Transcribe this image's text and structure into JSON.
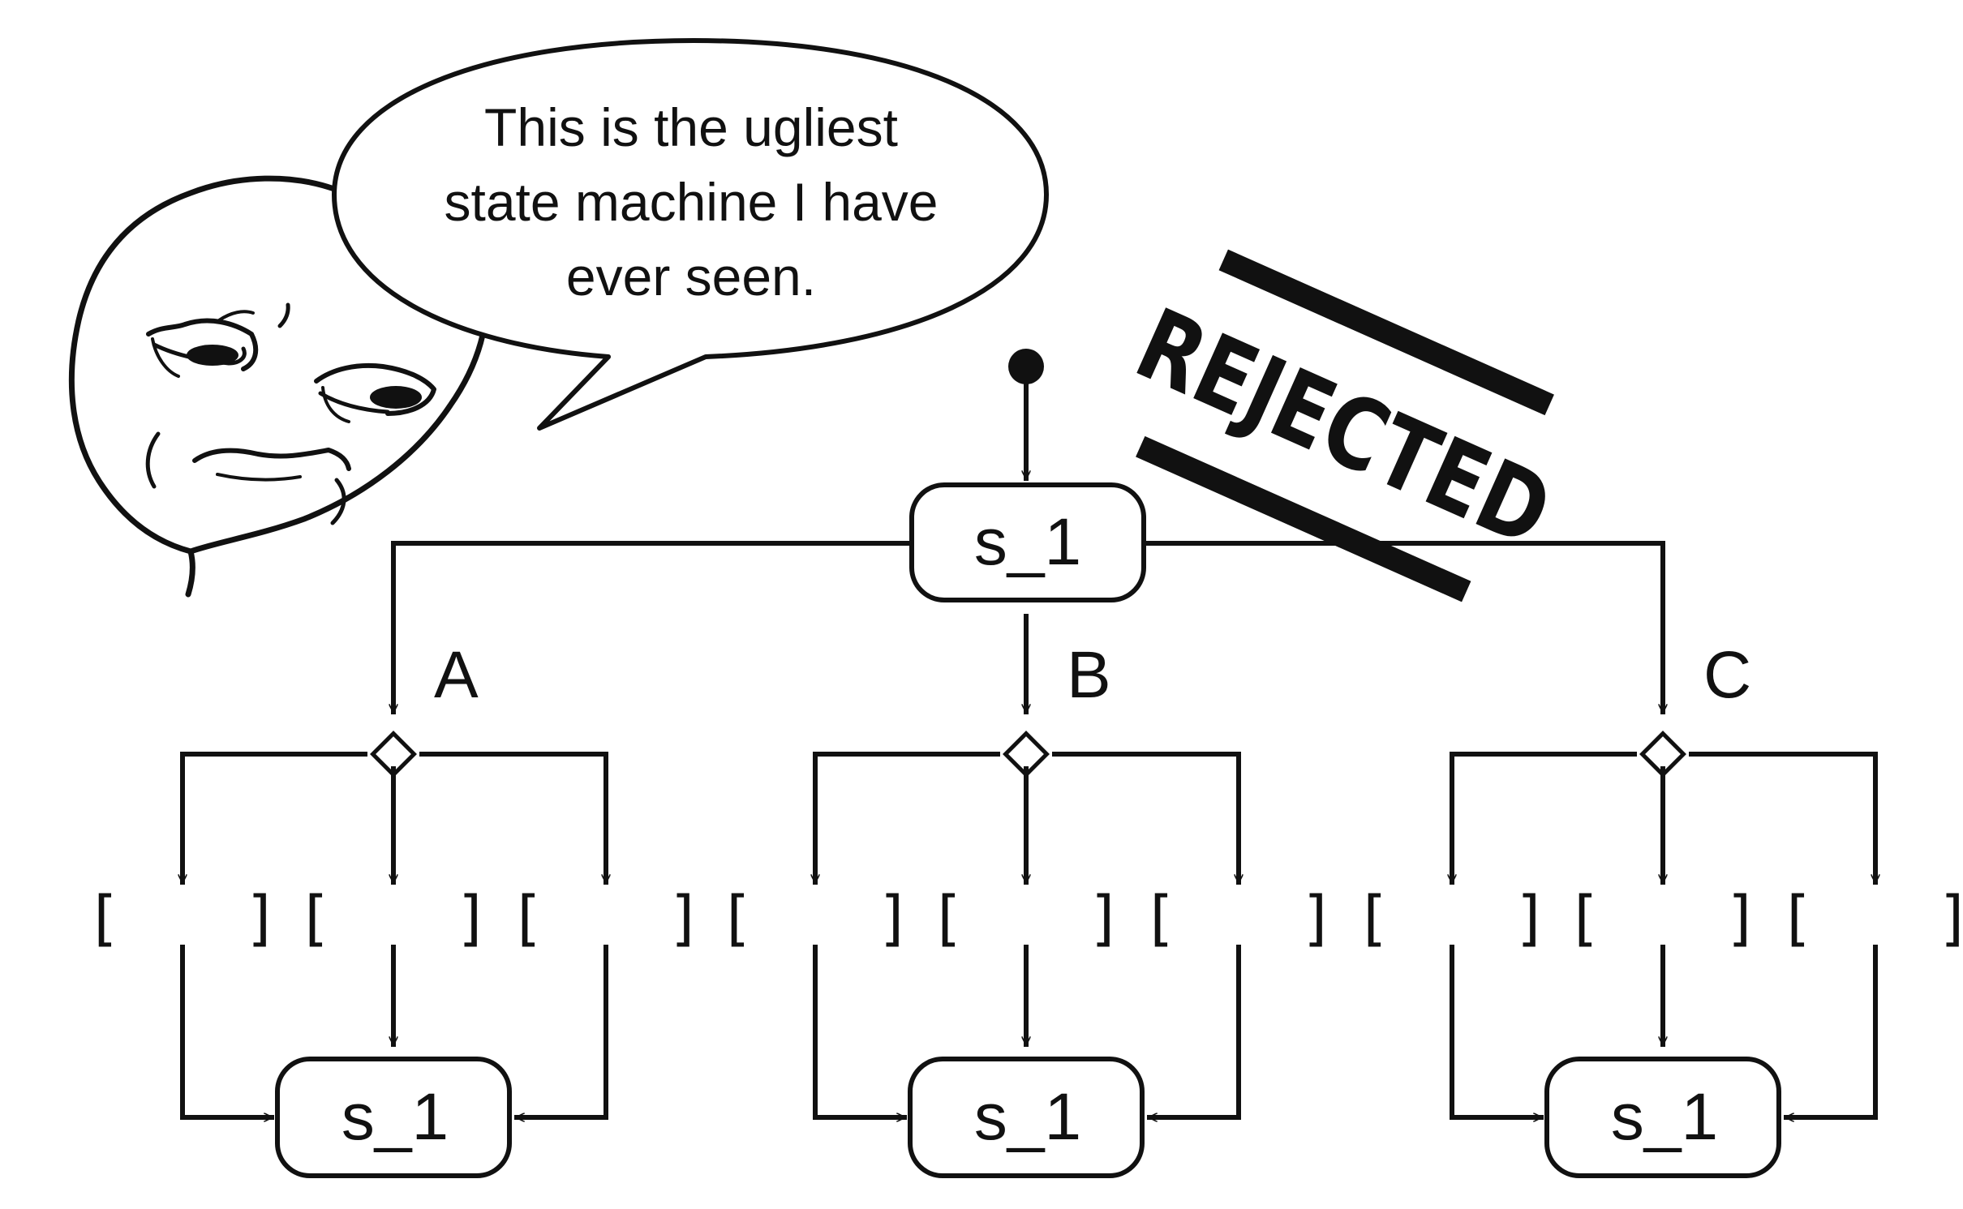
{
  "speech_bubble": {
    "lines": [
      "This is the ugliest",
      "state machine I have",
      "ever seen."
    ]
  },
  "stamp": {
    "text": "REJECTED"
  },
  "diagram": {
    "initial_state": "s_1",
    "events": [
      {
        "label": "A",
        "target": "s_1",
        "guards": [
          "[",
          "]",
          "[",
          "]",
          "[",
          "]"
        ]
      },
      {
        "label": "B",
        "target": "s_1",
        "guards": [
          "[",
          "]",
          "[",
          "]",
          "[",
          "]"
        ]
      },
      {
        "label": "C",
        "target": "s_1",
        "guards": [
          "[",
          "]",
          "[",
          "]",
          "[",
          "]"
        ]
      }
    ]
  }
}
